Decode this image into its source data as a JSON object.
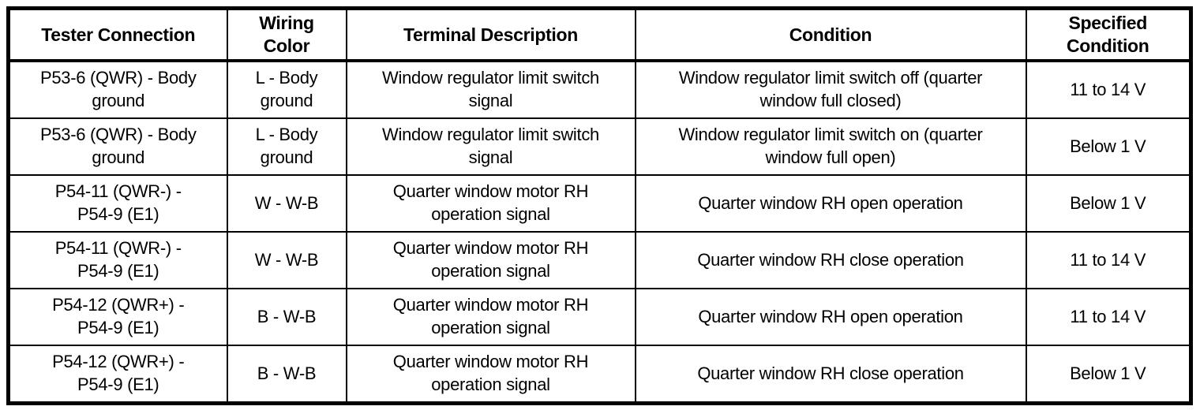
{
  "page": {
    "background": "#ffffff",
    "border_color": "#000000",
    "text_color": "#000000"
  },
  "table": {
    "columns": [
      {
        "label": "Tester Connection"
      },
      {
        "label": "Wiring\nColor"
      },
      {
        "label": "Terminal Description"
      },
      {
        "label": "Condition"
      },
      {
        "label": "Specified\nCondition"
      }
    ],
    "rows": [
      {
        "cells": [
          "P53-6 (QWR) - Body\nground",
          "L - Body\nground",
          "Window regulator limit switch\nsignal",
          "Window regulator limit switch off (quarter\nwindow full closed)",
          "11 to 14 V"
        ]
      },
      {
        "cells": [
          "P53-6 (QWR) - Body\nground",
          "L - Body\nground",
          "Window regulator limit switch\nsignal",
          "Window regulator limit switch on (quarter\nwindow full open)",
          "Below 1 V"
        ]
      },
      {
        "cells": [
          "P54-11 (QWR-) -\nP54-9 (E1)",
          "W - W-B",
          "Quarter window motor RH\noperation signal",
          "Quarter window RH open operation",
          "Below 1 V"
        ]
      },
      {
        "cells": [
          "P54-11 (QWR-) -\nP54-9 (E1)",
          "W - W-B",
          "Quarter window motor RH\noperation signal",
          "Quarter window RH close operation",
          "11 to 14 V"
        ]
      },
      {
        "cells": [
          "P54-12 (QWR+) -\nP54-9 (E1)",
          "B - W-B",
          "Quarter window motor RH\noperation signal",
          "Quarter window RH open operation",
          "11 to 14 V"
        ]
      },
      {
        "cells": [
          "P54-12 (QWR+) -\nP54-9 (E1)",
          "B - W-B",
          "Quarter window motor RH\noperation signal",
          "Quarter window RH close operation",
          "Below 1 V"
        ]
      }
    ]
  }
}
